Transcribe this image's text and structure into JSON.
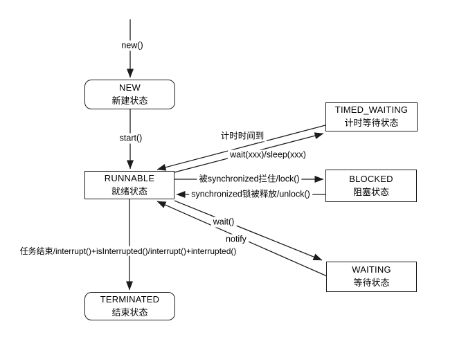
{
  "diagram": {
    "colors": {
      "line": "#1c1c1c",
      "background": "#ffffff",
      "box_fill": "#ffffff",
      "text": "#000000"
    },
    "nodes": {
      "new": {
        "name": "NEW",
        "label_cn": "新建状态"
      },
      "runnable": {
        "name": "RUNNABLE",
        "label_cn": "就绪状态"
      },
      "timed_waiting": {
        "name": "TIMED_WAITING",
        "label_cn": "计时等待状态"
      },
      "blocked": {
        "name": "BLOCKED",
        "label_cn": "阻塞状态"
      },
      "waiting": {
        "name": "WAITING",
        "label_cn": "等待状态"
      },
      "terminated": {
        "name": "TERMINATED",
        "label_cn": "结束状态"
      }
    },
    "edges": {
      "new": {
        "label": "new()"
      },
      "start": {
        "label": "start()"
      },
      "timer_done": {
        "label": "计时时间到"
      },
      "wait_sleep": {
        "label": "wait(xxx)/sleep(xxx)"
      },
      "lock": {
        "label": "被synchronized拦住/lock()"
      },
      "unlock": {
        "label": "synchronized锁被释放/unlock()"
      },
      "wait": {
        "label": "wait()"
      },
      "notify": {
        "label": "notify"
      },
      "terminate": {
        "label": "任务结束/interrupt()+isInterrupted()/interrupt()+interrupted()"
      }
    }
  }
}
